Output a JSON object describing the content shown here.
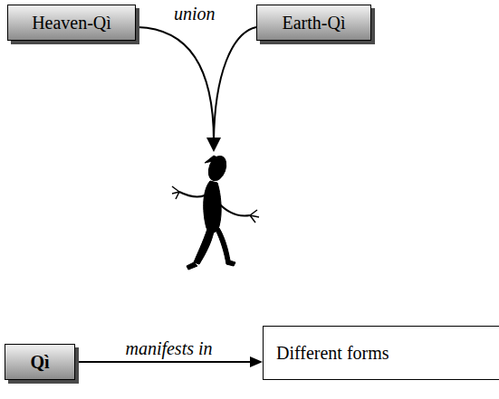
{
  "diagram": {
    "nodes": [
      {
        "text": [
          "Heaven-Qì"
        ]
      },
      {
        "text": [
          "Earth-Qì"
        ]
      },
      {
        "text": [
          "Qì"
        ]
      },
      {
        "text": [
          "Different forms"
        ]
      }
    ],
    "edges": [
      {
        "from": 2,
        "to": 3,
        "label": "manifests in",
        "arrow": "to"
      }
    ],
    "labels": [
      "union"
    ]
  }
}
